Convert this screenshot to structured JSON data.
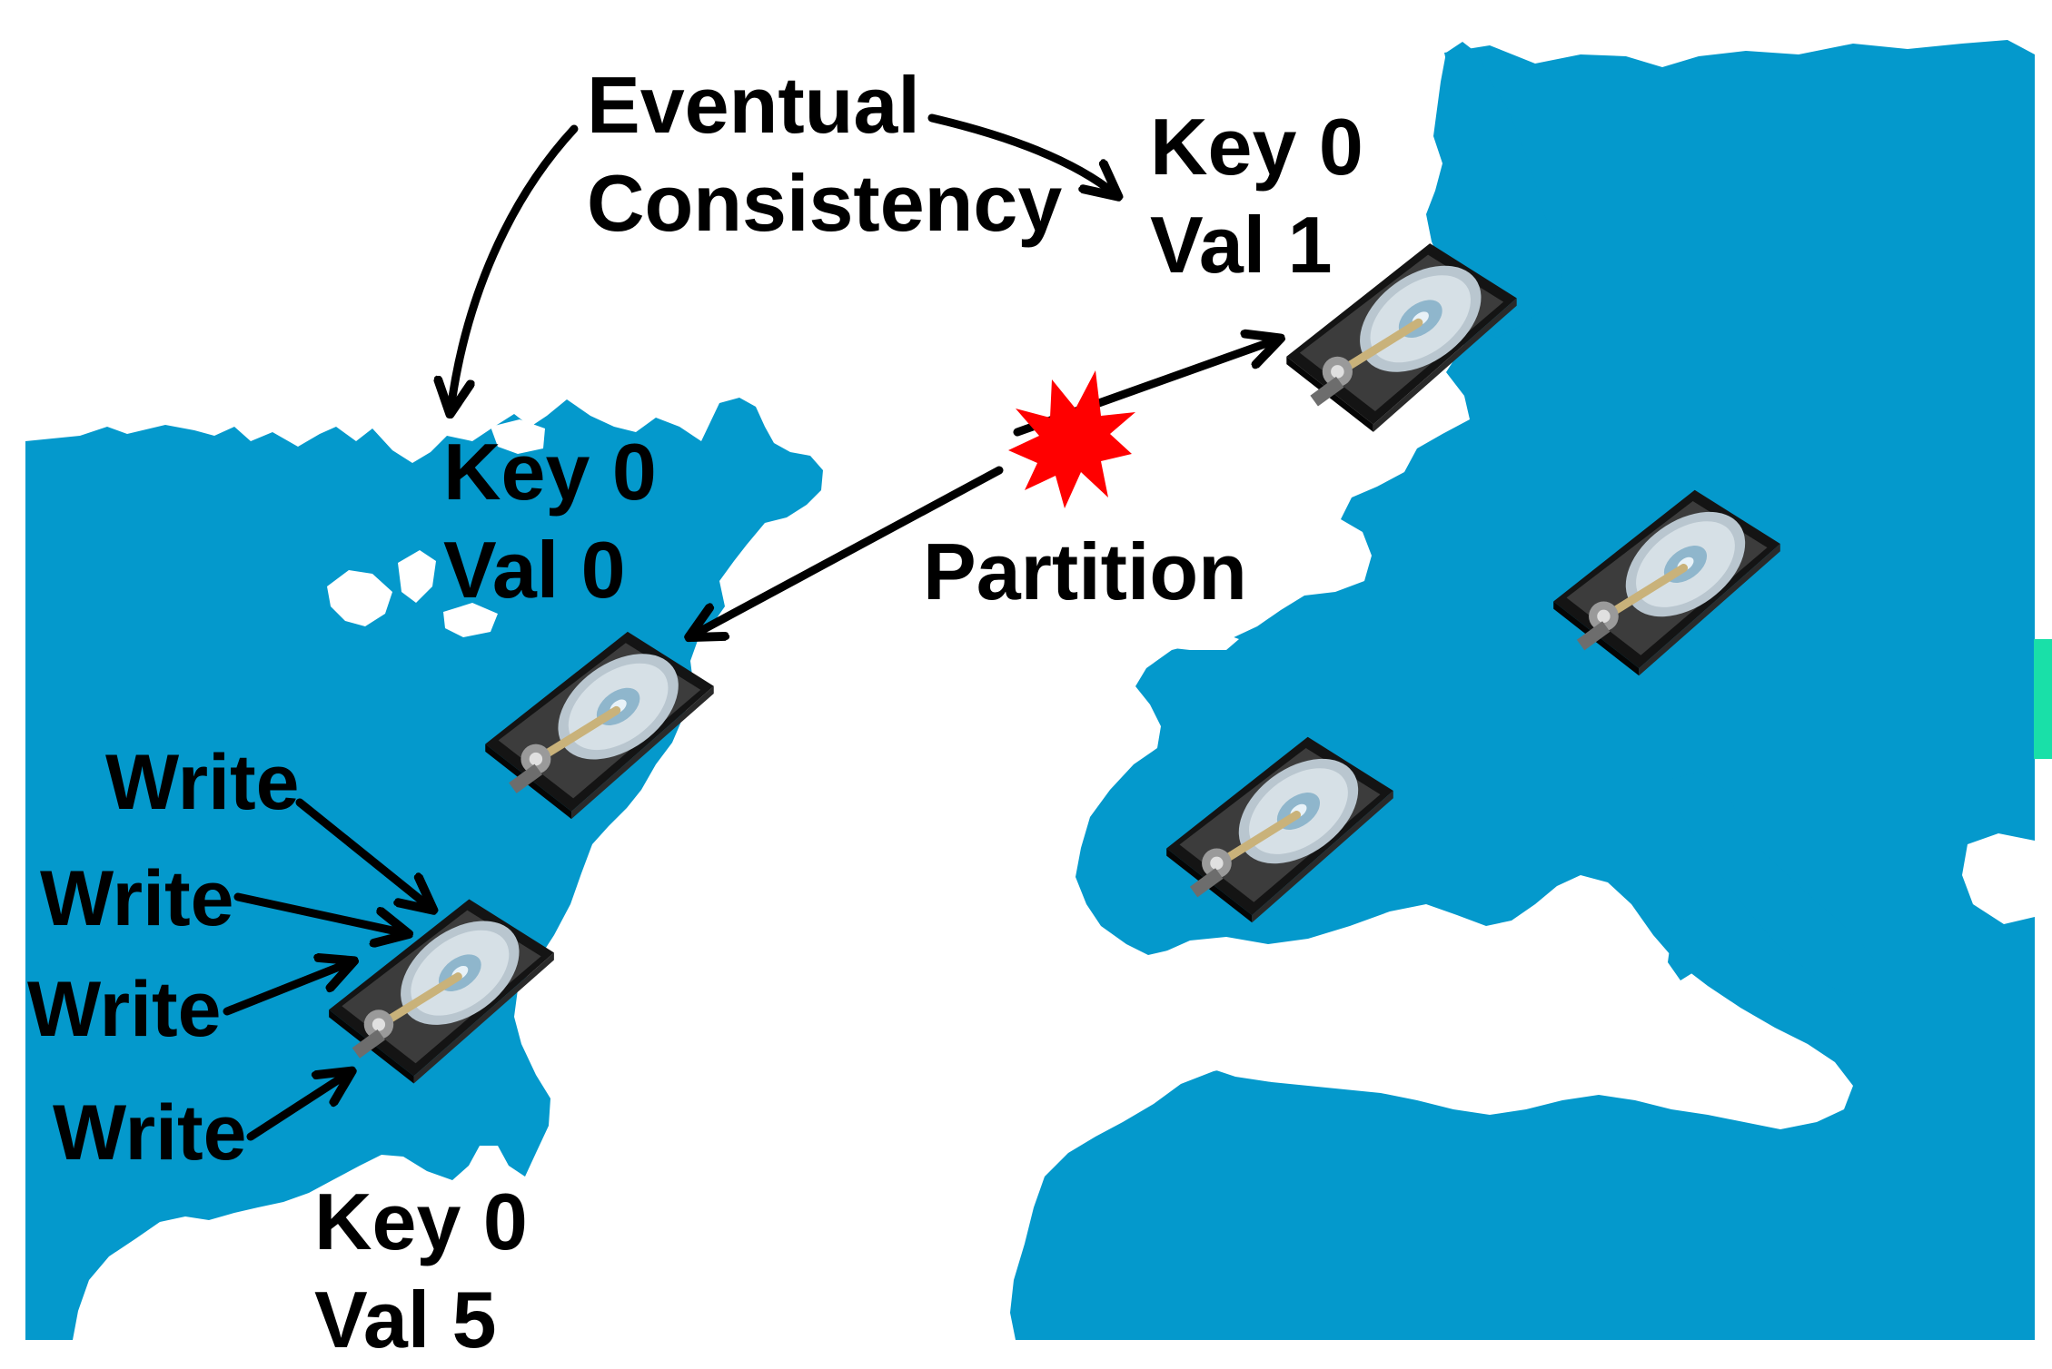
{
  "colors": {
    "land": "#0499cc",
    "ocean": "#ffffff",
    "text": "#000000",
    "partition_burst": "#ff0000",
    "accent_edge": "#19e0a8"
  },
  "labels": {
    "eventual_line1": "Eventual",
    "eventual_line2": "Consistency",
    "europe_key": "Key 0",
    "europe_val": "Val 1",
    "us_north_key": "Key 0",
    "us_north_val": "Val 0",
    "partition": "Partition",
    "us_south_key": "Key 0",
    "us_south_val": "Val 5",
    "writes": [
      "Write",
      "Write",
      "Write",
      "Write"
    ]
  },
  "nodes": [
    {
      "name": "disk-europe-north",
      "icon": "hard-drive-icon"
    },
    {
      "name": "disk-us-north",
      "icon": "hard-drive-icon"
    },
    {
      "name": "disk-us-south",
      "icon": "hard-drive-icon"
    },
    {
      "name": "disk-europe-central",
      "icon": "hard-drive-icon"
    },
    {
      "name": "disk-europe-south",
      "icon": "hard-drive-icon"
    }
  ]
}
